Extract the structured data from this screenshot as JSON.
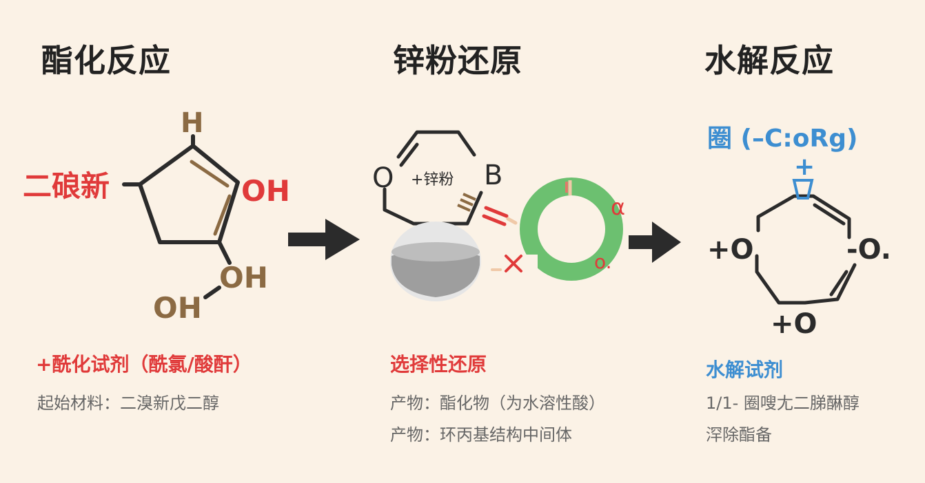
{
  "stages": [
    {
      "title": "酯化反应",
      "side_label": "二硠新",
      "atoms": {
        "h": "H",
        "oh1": "OH",
        "oh2": "OH",
        "oh3": "OH"
      },
      "reagent": "+酰化试剂（酰氯/酸酐）",
      "notes": [
        "起始材料：二溴新戊二醇"
      ]
    },
    {
      "title": "锌粉还原",
      "atoms": {
        "o": "O",
        "b": "B",
        "zn_label": "+锌粉",
        "alpha": "α",
        "o_dot": "o."
      },
      "reagent": "选择性还原",
      "notes": [
        "产物：酯化物（为水溶性酸）",
        "产物：环丙基结构中间体"
      ]
    },
    {
      "title": "水解反应",
      "top_label": "圈 (–C:oRg)",
      "atoms": {
        "plus": "+",
        "o_left": "+O",
        "o_right": "-O.",
        "o_bottom": "+O"
      },
      "reagent": "水解试剂",
      "notes": [
        "1/1- 圈嗖尢二䏲醂醇",
        "浫除酯备"
      ]
    }
  ],
  "colors": {
    "background": "#fbf2e6",
    "bond": "#2b2b2b",
    "accent_brown": "#8b6a43",
    "red": "#e03a3a",
    "blue": "#3d8ed1",
    "green": "#6cc070",
    "arrow": "#2b2b2b"
  }
}
